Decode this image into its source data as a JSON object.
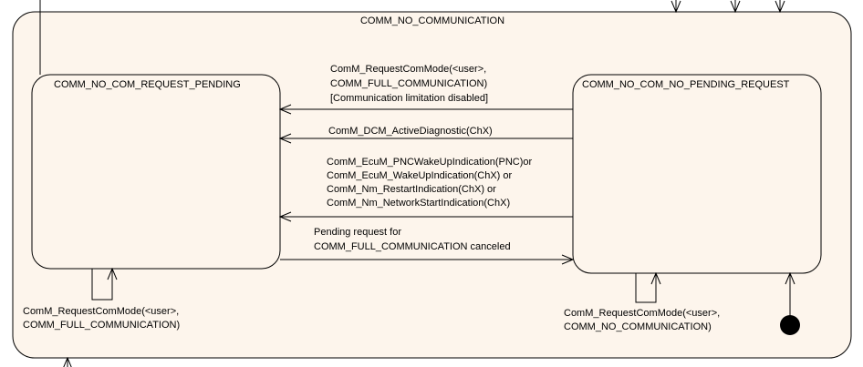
{
  "colors": {
    "state_fill": "#fdf5ec",
    "stroke": "#000000",
    "background": "#ffffff"
  },
  "superstate": {
    "name": "COMM_NO_COMMUNICATION"
  },
  "states": {
    "request_pending": {
      "name": "COMM_NO_COM_REQUEST_PENDING"
    },
    "no_pending_request": {
      "name": "COMM_NO_COM_NO_PENDING_REQUEST"
    }
  },
  "transitions": {
    "request_com_mode": [
      "ComM_RequestComMode(<user>,",
      "COMM_FULL_COMMUNICATION)",
      "[Communication limitation disabled]"
    ],
    "dcm_active_diagnostic": [
      "ComM_DCM_ActiveDiagnostic(ChX)"
    ],
    "wakeup_indications": [
      "ComM_EcuM_PNCWakeUpIndication(PNC)or",
      "ComM_EcuM_WakeUpIndication(ChX) or",
      "ComM_Nm_RestartIndication(ChX) or",
      "ComM_Nm_NetworkStartIndication(ChX)"
    ],
    "pending_canceled": [
      "Pending request for",
      "COMM_FULL_COMMUNICATION canceled"
    ],
    "self_loop_full": [
      "ComM_RequestComMode(<user>,",
      "COMM_FULL_COMMUNICATION)"
    ],
    "self_loop_no_com": [
      "ComM_RequestComMode(<user>,",
      "COMM_NO_COMMUNICATION)"
    ]
  }
}
